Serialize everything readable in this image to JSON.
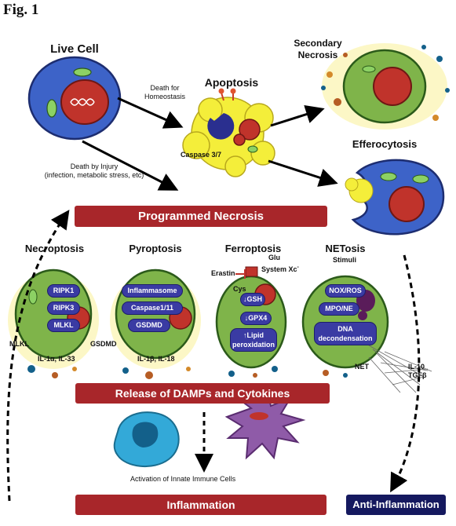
{
  "figure_label": "Fig. 1",
  "top": {
    "live_cell": "Live Cell",
    "death_homeostasis": "Death for\nHomeostasis",
    "apoptosis": "Apoptosis",
    "caspase": "Caspase 3/7",
    "secondary_necrosis": "Secondary\nNecrosis",
    "efferocytosis": "Efferocytosis",
    "death_injury": "Death by Injury\n(infection, metabolic stress, etc)"
  },
  "banners": {
    "programmed_necrosis": "Programmed Necrosis",
    "release_damps": "Release of DAMPs and Cytokines",
    "inflammation": "Inflammation",
    "anti_inflammation": "Anti-Inflammation"
  },
  "necroptosis": {
    "title": "Necroptosis",
    "pills": [
      "RIPK1",
      "RIPK3",
      "MLKL"
    ],
    "mlkl_label": "MLKL",
    "cytokines": "IL-1α, IL-33"
  },
  "pyroptosis": {
    "title": "Pyroptosis",
    "pills": [
      "Inflammasome",
      "Caspase1/11",
      "GSDMD"
    ],
    "gsdmd_label": "GSDMD",
    "cytokines": "IL-1β, IL-18"
  },
  "ferroptosis": {
    "title": "Ferroptosis",
    "erastin": "Erastin",
    "glu": "Glu",
    "system_xc": "System Xc",
    "system_xc_sup": "-",
    "cys": "Cys",
    "pills": [
      "↓GSH",
      "↓GPX4",
      "↑Lipid\nperoxidation"
    ]
  },
  "netosis": {
    "title": "NETosis",
    "stimuli": "Stimuli",
    "pills": [
      "NOX/ROS",
      "MPO/NE",
      "DNA\ndecondensation"
    ],
    "net_label": "NET"
  },
  "side_label": "IL-10\nTGFβ",
  "activation": "Activation of Innate Immune Cells",
  "colors": {
    "banner_red": "#a8262a",
    "banner_navy": "#15195f",
    "cell_blue": "#3d63c8",
    "cell_green": "#7fb44a",
    "nucleus_red": "#c0332b",
    "apoptotic_yellow": "#f4ee3a",
    "pill_blue": "#3a3ba3"
  }
}
